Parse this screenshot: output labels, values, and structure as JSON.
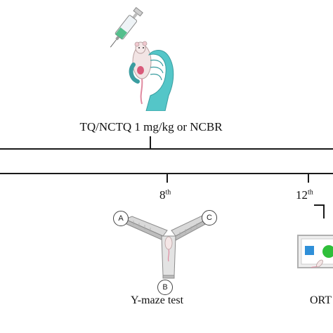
{
  "treatment": {
    "label": "TQ/NCTQ 1 mg/kg or NCBR"
  },
  "timeline": {
    "markers": [
      {
        "week": "8",
        "suffix": "th"
      },
      {
        "week": "12",
        "suffix": "th"
      }
    ]
  },
  "tests": {
    "ymaze": {
      "label": "Y-maze test",
      "arms": [
        "A",
        "B",
        "C"
      ]
    },
    "ort": {
      "label": "ORT"
    }
  },
  "colors": {
    "line": "#1a1a1a",
    "glove": "#54c6c8",
    "syringe_liquid": "#3ab57a",
    "object_square": "#2f8fd8",
    "object_circle": "#2fbf3a",
    "mouse": "#f2e4e4"
  }
}
